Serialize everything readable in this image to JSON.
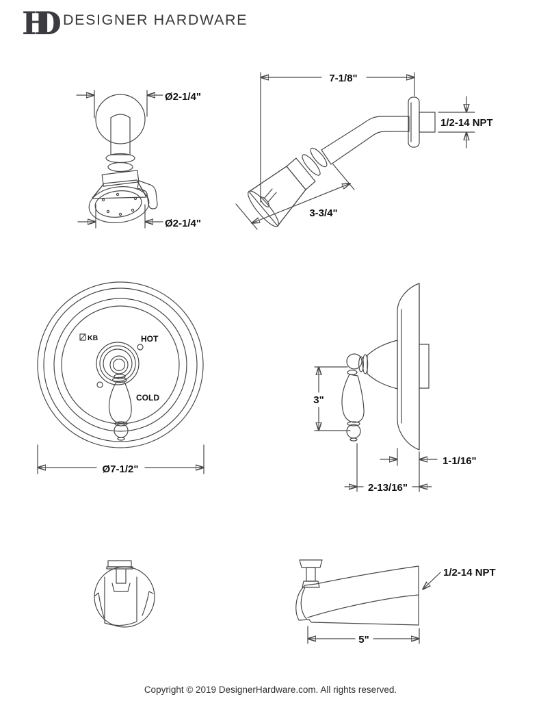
{
  "header": {
    "monogram_h": "H",
    "monogram_d": "D",
    "brand": "DESIGNER HARDWARE"
  },
  "drawings": {
    "showerhead_front": {
      "dim_flange_diameter": "Ø2-1/4\"",
      "dim_face_diameter": "Ø2-1/4\""
    },
    "showerhead_side": {
      "dim_arm_length": "7-1/8\"",
      "dim_thread": "1/2-14 NPT",
      "dim_head_length": "3-3/4\""
    },
    "valve_trim_front": {
      "brand_mark": "KB",
      "label_hot": "HOT",
      "label_cold": "COLD",
      "dim_plate_diameter": "Ø7-1/2\""
    },
    "valve_trim_side": {
      "dim_handle_length": "3\"",
      "dim_plate_depth": "1-1/16\"",
      "dim_projection": "2-13/16\""
    },
    "tub_spout_side": {
      "dim_length": "5\"",
      "dim_thread": "1/2-14 NPT"
    }
  },
  "footer": {
    "copyright": "Copyright © 2019 DesignerHardware.com. All rights reserved."
  }
}
